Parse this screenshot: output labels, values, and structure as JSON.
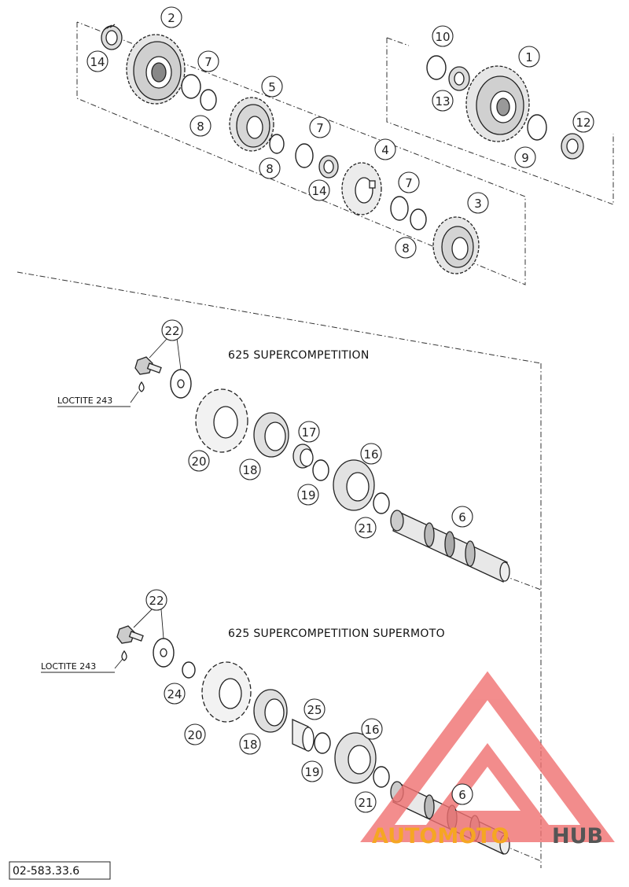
{
  "callouts": [
    {
      "label": "1"
    },
    {
      "label": "2"
    },
    {
      "label": "3"
    },
    {
      "label": "4"
    },
    {
      "label": "5"
    },
    {
      "label": "6"
    },
    {
      "label": "7"
    },
    {
      "label": "8"
    },
    {
      "label": "9"
    },
    {
      "label": "10"
    },
    {
      "label": "12"
    },
    {
      "label": "13"
    },
    {
      "label": "14"
    },
    {
      "label": "16"
    },
    {
      "label": "17"
    },
    {
      "label": "18"
    },
    {
      "label": "19"
    },
    {
      "label": "20"
    },
    {
      "label": "21"
    },
    {
      "label": "22"
    },
    {
      "label": "24"
    },
    {
      "label": "25"
    }
  ],
  "variants": {
    "standard_title": "625 SUPERCOMPETITION",
    "supermoto_title": "625 SUPERCOMPETITION SUPERMOTO"
  },
  "notes": {
    "loctite": "LOCTITE 243"
  },
  "drawing_code": "02-583.33.6",
  "watermark": {
    "part1": "AUTOMOTO",
    "part2": "HUB",
    "color_primary": "#f5a623",
    "color_secondary": "#555555",
    "color_logo": "#f07070"
  }
}
